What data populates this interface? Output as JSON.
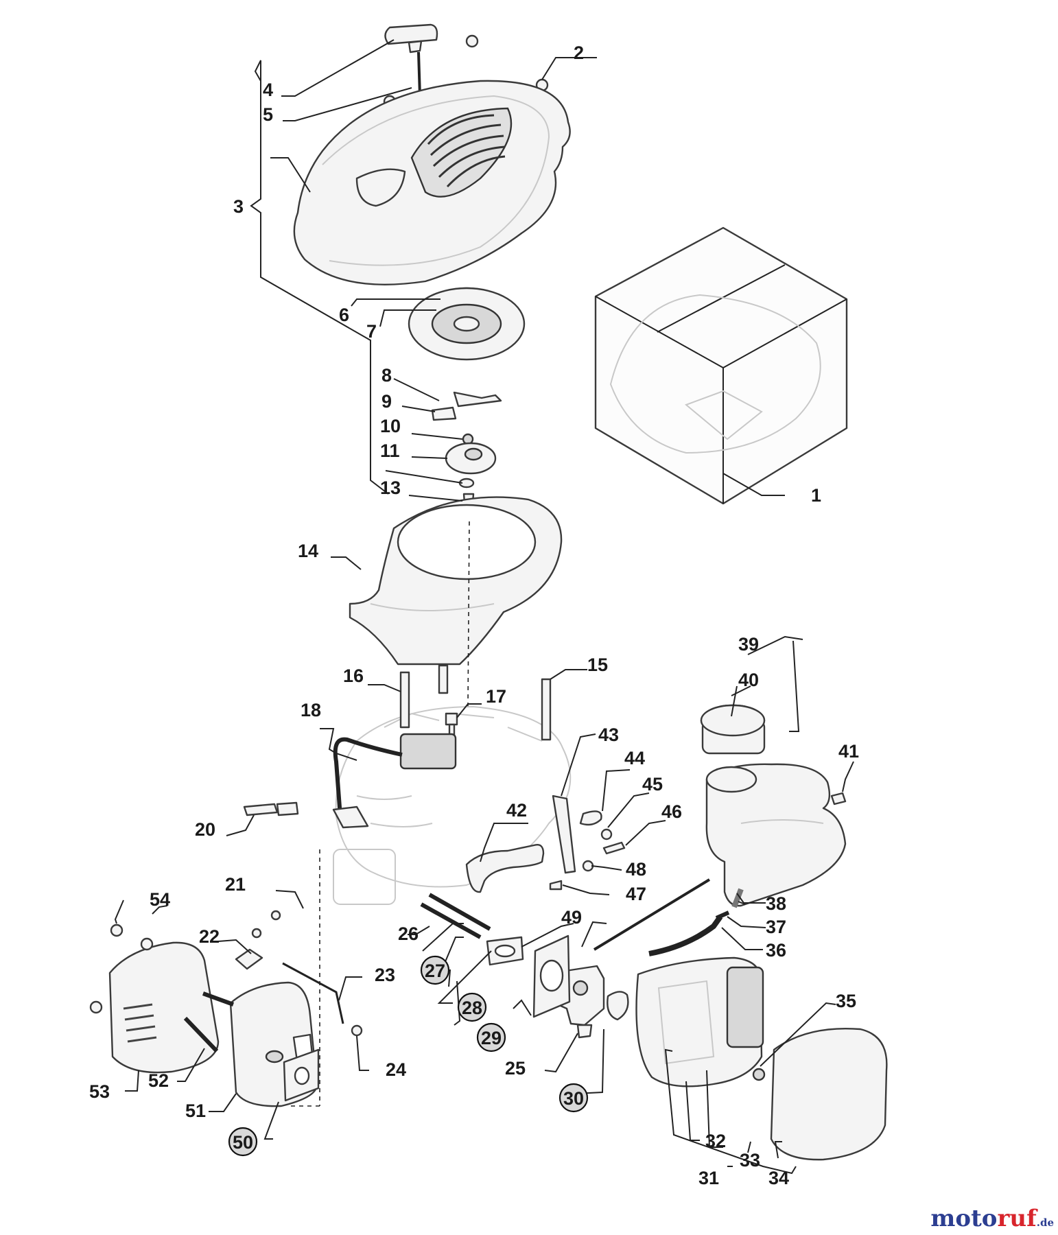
{
  "labels": {
    "l1": "1",
    "l2": "2",
    "l3": "3",
    "l4": "4",
    "l5": "5",
    "l6": "6",
    "l7": "7",
    "l8": "8",
    "l9": "9",
    "l10": "10",
    "l11": "11",
    "l13": "13",
    "l14": "14",
    "l15": "15",
    "l16": "16",
    "l17": "17",
    "l18": "18",
    "l20": "20",
    "l21": "21",
    "l22": "22",
    "l23": "23",
    "l24": "24",
    "l25": "25",
    "l26": "26",
    "l27": "27",
    "l28": "28",
    "l29": "29",
    "l30": "30",
    "l31": "31",
    "l32": "32",
    "l33": "33",
    "l34": "34",
    "l35": "35",
    "l36": "36",
    "l37": "37",
    "l38": "38",
    "l39": "39",
    "l40": "40",
    "l41": "41",
    "l42": "42",
    "l43": "43",
    "l44": "44",
    "l45": "45",
    "l46": "46",
    "l47": "47",
    "l48": "48",
    "l49": "49",
    "l50": "50",
    "l51": "51",
    "l52": "52",
    "l53": "53",
    "l54": "54"
  },
  "watermark": {
    "part1": "moto",
    "part2": "ruf",
    "part3": ".de"
  }
}
